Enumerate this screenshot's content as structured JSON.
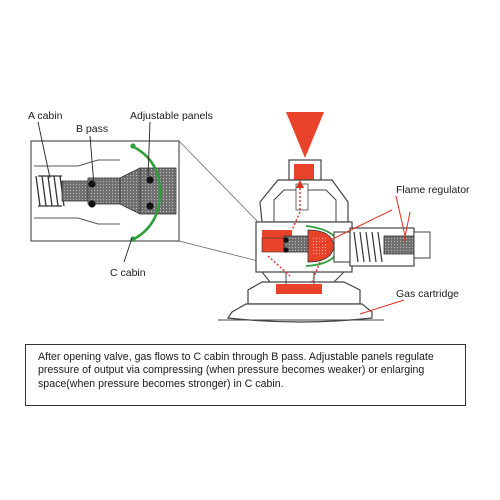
{
  "labels": {
    "a_cabin": "A cabin",
    "b_pass": "B pass",
    "adjustable_panels": "Adjustable panels",
    "c_cabin": "C cabin",
    "flame_regulator": "Flame regulator",
    "gas_cartridge": "Gas cartridge"
  },
  "caption": "After opening valve, gas flows to C cabin through B pass. Adjustable panels regulate pressure of output via compressing (when pressure becomes weaker) or enlarging space(when pressure becomes stronger) in C cabin.",
  "colors": {
    "flame_red": "#e8432a",
    "leader_red": "#e03020",
    "panel_green": "#2e9e3a",
    "outline": "#444444"
  }
}
